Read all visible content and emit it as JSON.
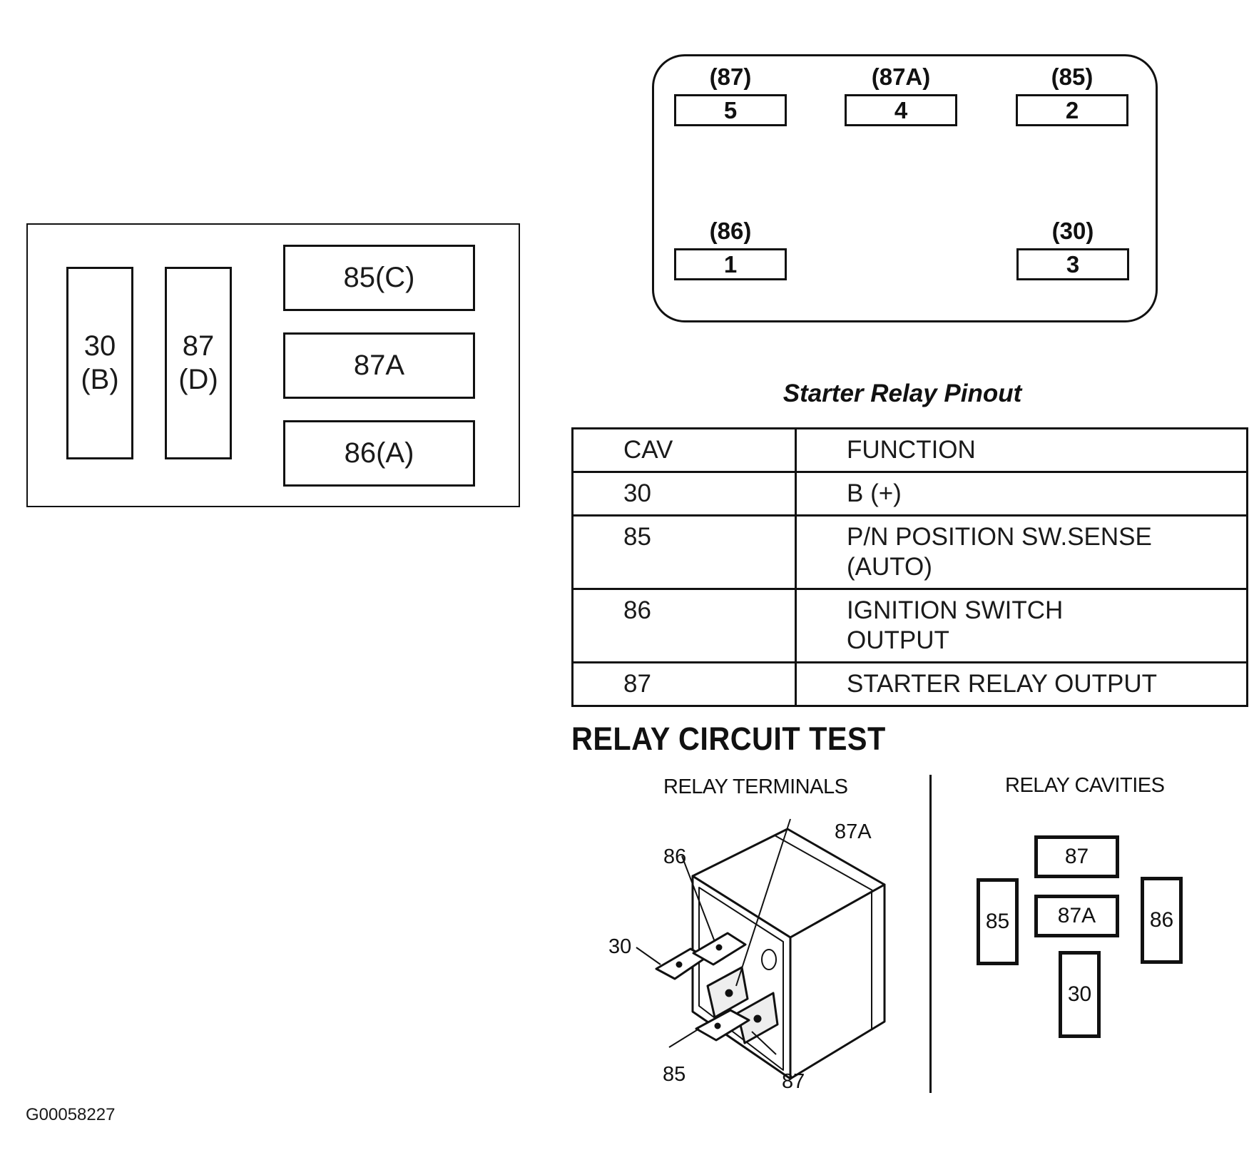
{
  "left_relay": {
    "pins": {
      "p30": [
        "30",
        "(B)"
      ],
      "p87": [
        "87",
        "(D)"
      ],
      "p85": "85(C)",
      "p87a": "87A",
      "p86": "86(A)"
    }
  },
  "pinout": {
    "top": [
      {
        "terminal": "(87)",
        "cavity": "5"
      },
      {
        "terminal": "(87A)",
        "cavity": "4"
      },
      {
        "terminal": "(85)",
        "cavity": "2"
      }
    ],
    "bottom": [
      {
        "terminal": "(86)",
        "cavity": "1"
      },
      {
        "terminal": "(30)",
        "cavity": "3"
      }
    ]
  },
  "pinout_title": "Starter Relay Pinout",
  "table": {
    "headers": [
      "CAV",
      "FUNCTION"
    ],
    "rows": [
      {
        "cav": "30",
        "function": [
          "B (+)"
        ]
      },
      {
        "cav": "85",
        "function": [
          "P/N POSITION SW.SENSE",
          "(AUTO)"
        ]
      },
      {
        "cav": "86",
        "function": [
          "IGNITION SWITCH",
          "OUTPUT"
        ]
      },
      {
        "cav": "87",
        "function": [
          "STARTER RELAY OUTPUT"
        ]
      }
    ]
  },
  "test_heading": "RELAY CIRCUIT TEST",
  "terminals": {
    "title": "RELAY TERMINALS",
    "labels": {
      "t87a": "87A",
      "t86": "86",
      "t30": "30",
      "t85": "85",
      "t87": "87"
    }
  },
  "cavities": {
    "title": "RELAY CAVITIES",
    "boxes": {
      "c87": "87",
      "c87a": "87A",
      "c85": "85",
      "c86": "86",
      "c30": "30"
    }
  },
  "figure_code": "G00058227"
}
